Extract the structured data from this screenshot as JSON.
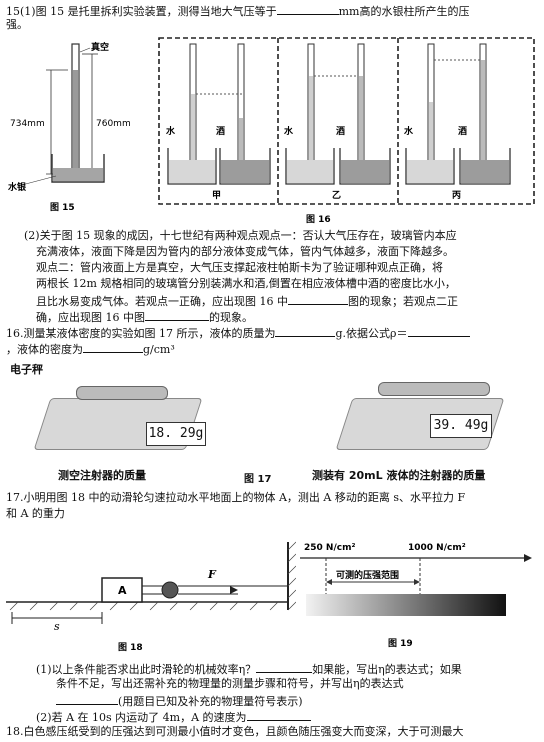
{
  "q15": {
    "line1": "15(1)图 15 是托里拆利实验装置，测得当地大气压等于",
    "line1_unit": "mm高的水银柱所产生的压",
    "line2": "强。",
    "fig15": {
      "vacuum": "真空",
      "h734": "734mm",
      "h760": "760mm",
      "mercury": "水银",
      "caption": "图 15"
    },
    "fig16": {
      "water": "水",
      "alcohol": "酒",
      "labels": [
        "甲",
        "乙",
        "丙"
      ],
      "caption": "图 16"
    },
    "part2_lines": [
      "(2)关于图 15 现象的成因，十七世纪有两种观点观点一：否认大气压存在，玻璃管内本应",
      "充满液体，液面下降是因为管内的部分液体变成气体，管内气体越多，液面下降越多。",
      "观点二：管内液面上方是真空，大气压支撑起液柱帕斯卡为了验证哪种观点正确，将",
      "两根长 12m 规格相同的玻璃管分别装满水和酒,倒置在相应液体槽中酒的密度比水小，",
      "且比水易变成气体。若观点一正确，应出现图 16 中"
    ],
    "part2_mid": "图的现象；若观点二正",
    "part2_last_a": "确，应出现图 16 中图",
    "part2_last_b": "的现象。"
  },
  "q16": {
    "line1": "16.测量某液体密度的实验如图 17 所示，液体的质量为",
    "line1_b": "g.依据公式ρ＝",
    "line2_a": "，液体的密度为",
    "line2_b": "g/cm³",
    "fig17": {
      "scale_label": "电子秤",
      "reading1": "18. 29g",
      "reading2": "39. 49g",
      "cap_left": "测空注射器的质量",
      "caption": "图 17",
      "cap_right": "测装有 20mL 液体的注射器的质量"
    }
  },
  "q17": {
    "line1": "17.小明用图 18 中的动滑轮匀速拉动水平地面上的物体 A，测出 A 移动的距离 s、水平拉力 F",
    "line2": "和 A 的重力",
    "fig18": {
      "block": "A",
      "force": "F",
      "dist": "s",
      "caption": "图 18"
    },
    "fig19": {
      "p1": "250 N/cm²",
      "p2": "1000 N/cm²",
      "range": "可测的压强范围",
      "caption": "图 19"
    },
    "sub1_a": "(1)以上条件能否求出此时滑轮的机械效率η？",
    "sub1_b": "如果能，写出η的表达式；如果",
    "sub1_line2": "条件不足，写出还需补充的物理量的测量步骤和符号，并写出η的表达式",
    "sub1_line3": "(用题目已知及补充的物理量符号表示)",
    "sub2": "(2)若 A 在 10s 内运动了 4m，A 的速度为"
  },
  "q18": {
    "line1": "18.白色感压纸受到的压强达到可测最小值时才变色，且颜色随压强变大而变深，大于可测最大"
  }
}
